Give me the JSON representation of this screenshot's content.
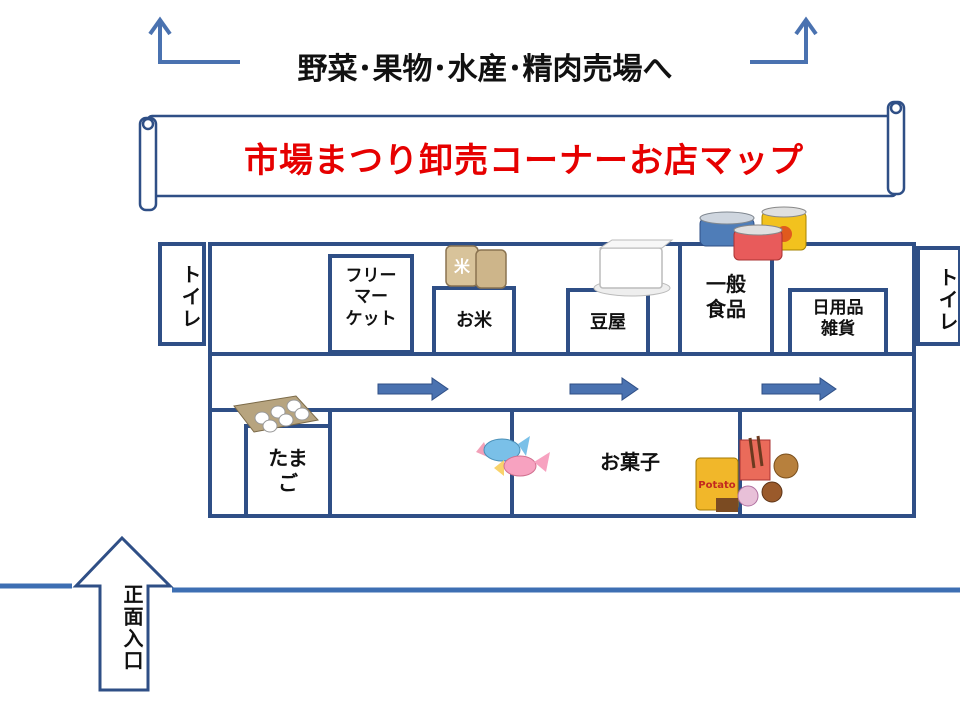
{
  "top_direction": "野菜･果物･水産･精肉売場へ",
  "title": "市場まつり卸売コーナーお店マップ",
  "stalls": {
    "toilet_left": "トイレ",
    "toilet_right": "トイレ",
    "flea_market_line1": "フリー",
    "flea_market_line2": "マー",
    "flea_market_line3": "ケット",
    "rice": "お米",
    "tofu": "豆屋",
    "general_food_line1": "一般",
    "general_food_line2": "食品",
    "daily_goods_line1": "日用品",
    "daily_goods_line2": "雑貨",
    "eggs_line1": "たま",
    "eggs_line2": "ご",
    "sweets": "お菓子"
  },
  "entrance": "正面入口",
  "colors": {
    "outline": "#2f4f86",
    "arrow": "#4a72b0",
    "title_red": "#e60000",
    "floor_line": "#3d6fb3"
  },
  "icons": [
    "rice-bag-icon",
    "tofu-icon",
    "canned-food-icon",
    "egg-carton-icon",
    "candy-icon",
    "snacks-icon"
  ]
}
